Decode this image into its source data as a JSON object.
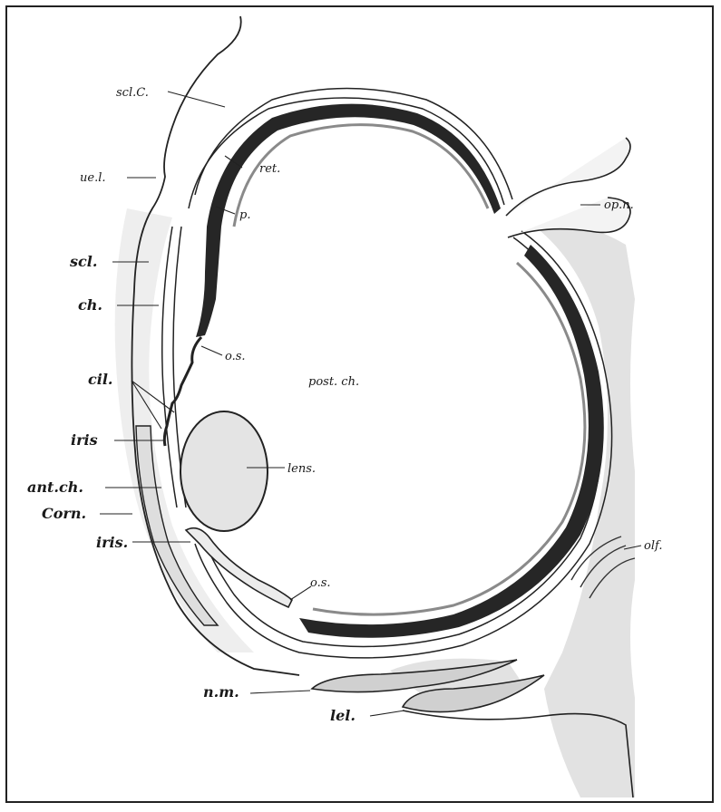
{
  "figure": {
    "labels": {
      "sclc": "scl.C.",
      "uel": "ue.l.",
      "ret": "ret.",
      "p": "p.",
      "opn": "op.n.",
      "scl": "scl.",
      "ch": "ch.",
      "os_upper": "o.s.",
      "cil": "cil.",
      "postch": "post. ch.",
      "iris_upper": "iris",
      "lens": "lens.",
      "antch": "ant.ch.",
      "corn": "Corn.",
      "iris_lower": "iris.",
      "olf": "olf.",
      "os_lower": "o.s.",
      "nm": "n.m.",
      "lel": "lel."
    }
  }
}
